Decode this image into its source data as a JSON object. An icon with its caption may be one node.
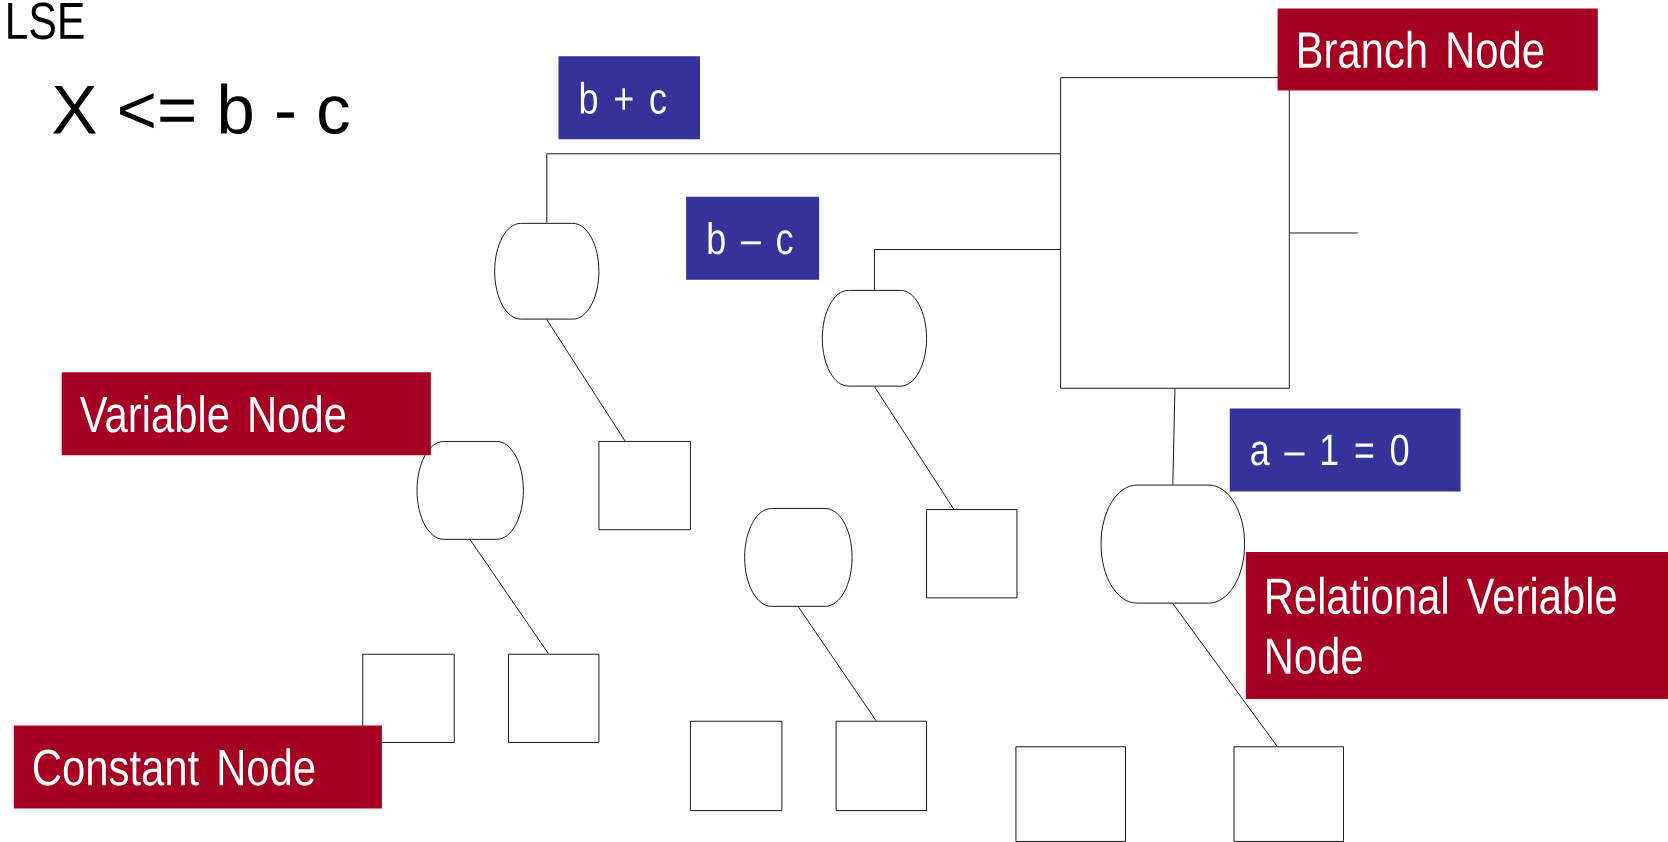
{
  "diagram": {
    "nodes": [
      {
        "text": [
          "Branch Node"
        ]
      },
      {
        "text": [
          "b + c"
        ]
      },
      {
        "text": [],
        "shape": "box"
      },
      {
        "text": [
          "b – c"
        ]
      },
      {
        "text": [],
        "shape": "capsule"
      },
      {
        "text": [],
        "shape": "capsule"
      },
      {
        "text": [
          "Variable Node"
        ]
      },
      {
        "text": [
          "a – 1 = 0"
        ]
      },
      {
        "text": [],
        "shape": "box"
      },
      {
        "text": [],
        "shape": "capsule"
      },
      {
        "text": [],
        "shape": "capsule"
      },
      {
        "text": [],
        "shape": "box"
      },
      {
        "text": [],
        "shape": "capsule"
      },
      {
        "text": [
          "Relational Veriable Node"
        ]
      },
      {
        "text": [],
        "shape": "box"
      },
      {
        "text": [],
        "shape": "box"
      },
      {
        "text": [
          "Constant Node"
        ]
      },
      {
        "text": [],
        "shape": "box"
      },
      {
        "text": [],
        "shape": "box"
      },
      {
        "text": [],
        "shape": "box"
      },
      {
        "text": [],
        "shape": "box"
      }
    ],
    "edges": [
      {
        "from": 2,
        "to": 4,
        "arrow": "none"
      },
      {
        "from": 2,
        "to": 5,
        "arrow": "none"
      },
      {
        "from": 2,
        "to": null,
        "arrow": "none"
      },
      {
        "from": 2,
        "to": 10,
        "arrow": "none"
      },
      {
        "from": 4,
        "to": 8,
        "arrow": "none"
      },
      {
        "from": 5,
        "to": 11,
        "arrow": "none"
      },
      {
        "from": 9,
        "to": 15,
        "arrow": "none"
      },
      {
        "from": 12,
        "to": 18,
        "arrow": "none"
      },
      {
        "from": 10,
        "to": 20,
        "arrow": "none"
      }
    ],
    "labels": [
      "LSE",
      "X <= b - c"
    ]
  }
}
